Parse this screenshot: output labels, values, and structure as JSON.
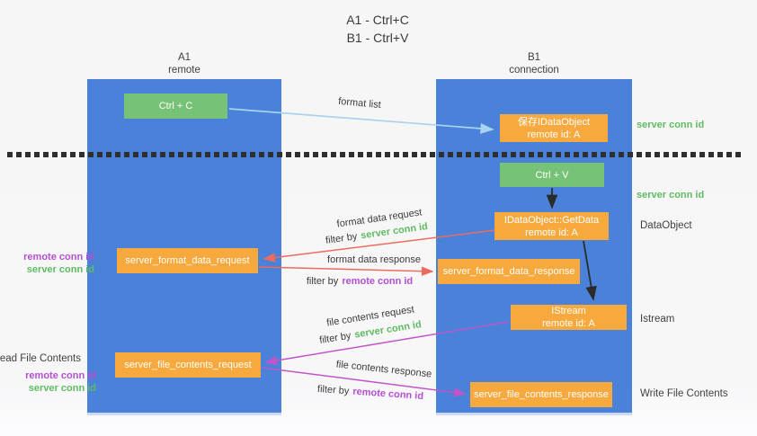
{
  "title": {
    "line1": "A1 - Ctrl+C",
    "line2": "B1 - Ctrl+V"
  },
  "columns": {
    "a1": {
      "title": "A1",
      "subtitle": "remote"
    },
    "b1": {
      "title": "B1",
      "subtitle": "connection"
    }
  },
  "nodes": {
    "ctrl_c": {
      "label": "Ctrl + C"
    },
    "save_dataobject": {
      "line1": "保存IDataObject",
      "line2": "remote id: A"
    },
    "ctrl_v": {
      "label": "Ctrl + V"
    },
    "getdata": {
      "line1": "IDataObject::GetData",
      "line2": "remote id: A"
    },
    "format_request": {
      "label": "server_format_data_request"
    },
    "format_response": {
      "label": "server_format_data_response"
    },
    "istream": {
      "line1": "IStream",
      "line2": "remote id: A"
    },
    "file_request": {
      "label": "server_file_contents_request"
    },
    "file_response": {
      "label": "server_file_contents_response"
    }
  },
  "arrow_labels": {
    "format_list": "format list",
    "format_data_request": "format data request",
    "format_data_response": "format data response",
    "file_contents_request": "file contents request",
    "file_contents_response": "file contents response",
    "filter_by": "filter by",
    "server_conn_id": "server conn id",
    "remote_conn_id": "remote conn id"
  },
  "side_labels": {
    "server_conn_id_top": "server conn id",
    "server_conn_id_mid": "server conn id",
    "dataobject": "DataObject",
    "istream": "Istream",
    "write_file_contents": "Write File Contents",
    "read_file_contents": "Read File Contents",
    "remote_conn_id_upper": "remote conn id",
    "server_conn_id_upper": "server conn id",
    "remote_conn_id_lower": "remote conn id",
    "server_conn_id_lower": "server conn id"
  },
  "colors": {
    "column_blue": "#4a82d9",
    "node_orange": "#f7a93e",
    "node_green": "#76c276",
    "green_text": "#5fbb62",
    "purple_text": "#b44fd0",
    "red_arrow": "#ed6a5f",
    "magenta_arrow": "#c055c8",
    "light_blue_arrow": "#a9d3ef",
    "black_arrow": "#2b2b2b"
  }
}
